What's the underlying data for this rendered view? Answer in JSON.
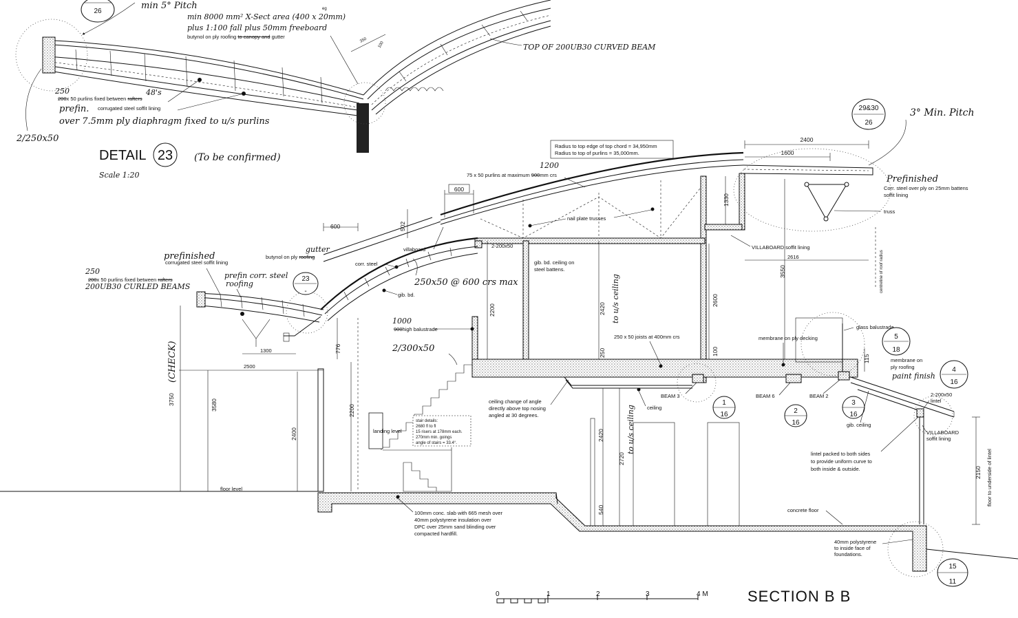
{
  "detail": {
    "title": "DETAIL",
    "number": "23",
    "note_confirm": "(To be confirmed)",
    "scale": "Scale 1:20",
    "ref_26": "26",
    "min_pitch": "min 5° Pitch",
    "x_sect_1": "min 8000 mm² X-Sect area (400 x 20mm)",
    "x_sect_eg": "eg",
    "x_sect_2": "plus 1:100 fall plus 50mm freeboard",
    "butynol": "butynol on ply roofing",
    "canopy_struck": "to canopy and",
    "gutter": "gutter",
    "top_beam": "TOP OF 200UB30 CURVED BEAM",
    "dim_350": "350",
    "dim_100": "100",
    "purlin_250": "250",
    "purlin_text_struck": "200",
    "purlin_text": "x 50 purlins fixed between",
    "purlin_rafters_struck": "rafters",
    "purlin_48s": "48's",
    "prefin": "prefin.",
    "soffit_lining": "corrugated steel soffit lining",
    "ply_diaphragm": "over 7.5mm ply diaphragm fixed to u/s purlins",
    "two_250": "2/250x50"
  },
  "section": {
    "title": "SECTION B B",
    "radius_1": "Radius to top edge of top chord = 34,950mm",
    "radius_2": "Radius to top of purlins          = 35,000mm.",
    "purlins_75": "75 x 50 purlins at maximum",
    "purlins_75_struck": "900",
    "purlins_75_tail": "mm crs",
    "dim_1200": "1200",
    "dim_600_a": "600",
    "dim_600_b": "600",
    "dim_502": "502",
    "dim_2400_top": "2400",
    "dim_1600": "1600",
    "ref_29_30": "29&30",
    "ref_26b": "26",
    "min_pitch_3": "3° Min. Pitch",
    "prefinished_r": "Prefinished",
    "corr_steel_ply": "Corr. steel over ply on 25mm battens",
    "soffit_lining_r": "soffit lining",
    "truss": "truss",
    "nail_plate": "nail plate trusses",
    "dim_1330": "1330",
    "villaboard_soffit": "VILLABOARD soffit lining",
    "dim_2616": "2616",
    "dim_3550": "3550",
    "centreline": "centreline of roof radius",
    "villaboard": "villaboard",
    "two_200x50": "2-200x50",
    "butynol_ply": "butynol on ply",
    "roofing_struck": "roofing",
    "gutter_hw": "gutter",
    "corr_steel": "corr. steel",
    "gib_bd": "gib. bd.",
    "gib_ceiling": "gib. bd. ceiling on",
    "gib_ceiling_2": "steel battens.",
    "rafter_hw": "250x50 @ 600 crs max",
    "dim_2200_a": "2200",
    "dim_2420_a": "2420",
    "to_us_ceiling_a": "to u/s ceiling",
    "dim_2600": "2600",
    "prefinished_l": "prefinished",
    "corr_soffit": "corrugated steel soffit lining",
    "purlin_250b": "250",
    "purlins_between_struck": "200",
    "purlins_between": "x 50 purlins fixed between",
    "purlins_between_rafters": "rafters",
    "curled_beams": "200UB30 CURLED BEAMS",
    "prefin_corr": "prefin corr. steel",
    "roofing_hw": "roofing",
    "ref_23": "23",
    "ref_dash": "-",
    "balustrade_1000": "1000",
    "balustrade_struck": "900",
    "balustrade": "high balustrade",
    "two_300": "2/300x50",
    "dim_776": "776",
    "dim_1300": "1300",
    "dim_2500": "2500",
    "dim_3750": "3750",
    "check": "(CHECK)",
    "dim_3580": "3580",
    "dim_2400_l": "2400",
    "dim_2200_b": "2200",
    "landing": "landing level",
    "stair_1": "stair details:",
    "stair_2": "2680 fl to fl",
    "stair_3": "15 risers at 178mm each.",
    "stair_4": "270mm min. goings",
    "stair_5": "angle of stairs = 33.4°.",
    "floor_level": "floor level",
    "joists": "250 x 50 joists at 400mm crs",
    "dim_250": "250",
    "dim_100b": "100",
    "membrane_ply": "membrane on ply decking",
    "glass_bal": "glass balustrade",
    "ref_5": "5",
    "ref_18": "18",
    "dim_115": "115",
    "membrane_roofing_1": "membrane on",
    "membrane_roofing_2": "ply roofing",
    "paint_finish": "paint finish",
    "ref_4": "4",
    "ref_16a": "16",
    "two_200_lintel_1": "2-200x50",
    "two_200_lintel_2": "lintel",
    "beam3": "BEAM 3",
    "beam6": "BEAM 6",
    "beam2": "BEAM 2",
    "ref_1": "1",
    "ref_16b": "16",
    "ref_2": "2",
    "ref_16c": "16",
    "ref_3": "3",
    "ref_16d": "16",
    "gib_ceiling_r": "gib. ceiling",
    "villaboard_r_1": "VILLABOARD",
    "villaboard_r_2": "soffit lining",
    "ceiling": "ceiling",
    "ceiling_change_1": "ceiling change of angle",
    "ceiling_change_2": "directly above top nosing",
    "ceiling_change_3": "angled at 30 degrees.",
    "dim_2420_b": "2420",
    "to_us_ceiling_b": "to u/s ceiling",
    "dim_2720": "2720",
    "dim_540": "540",
    "lintel_1": "lintel packed to both sides",
    "lintel_2": "to provide uniform curve to",
    "lintel_3": "both inside & outside.",
    "dim_2150": "2150",
    "floor_lintel": "floor to underside of lintel",
    "concrete_floor": "concrete floor",
    "slab_1": "100mm conc. slab with 665 mesh over",
    "slab_2": "40mm polystyrene insulation over",
    "slab_3": "DPC over 25mm sand blinding over",
    "slab_4": "compacted hardfill.",
    "poly_1": "40mm polystyrene",
    "poly_2": "to inside face of",
    "poly_3": "foundations.",
    "ref_15": "15",
    "ref_11": "11",
    "scale_0": "0",
    "scale_1": "1",
    "scale_2": "2",
    "scale_3": "3",
    "scale_4": "4 M"
  }
}
